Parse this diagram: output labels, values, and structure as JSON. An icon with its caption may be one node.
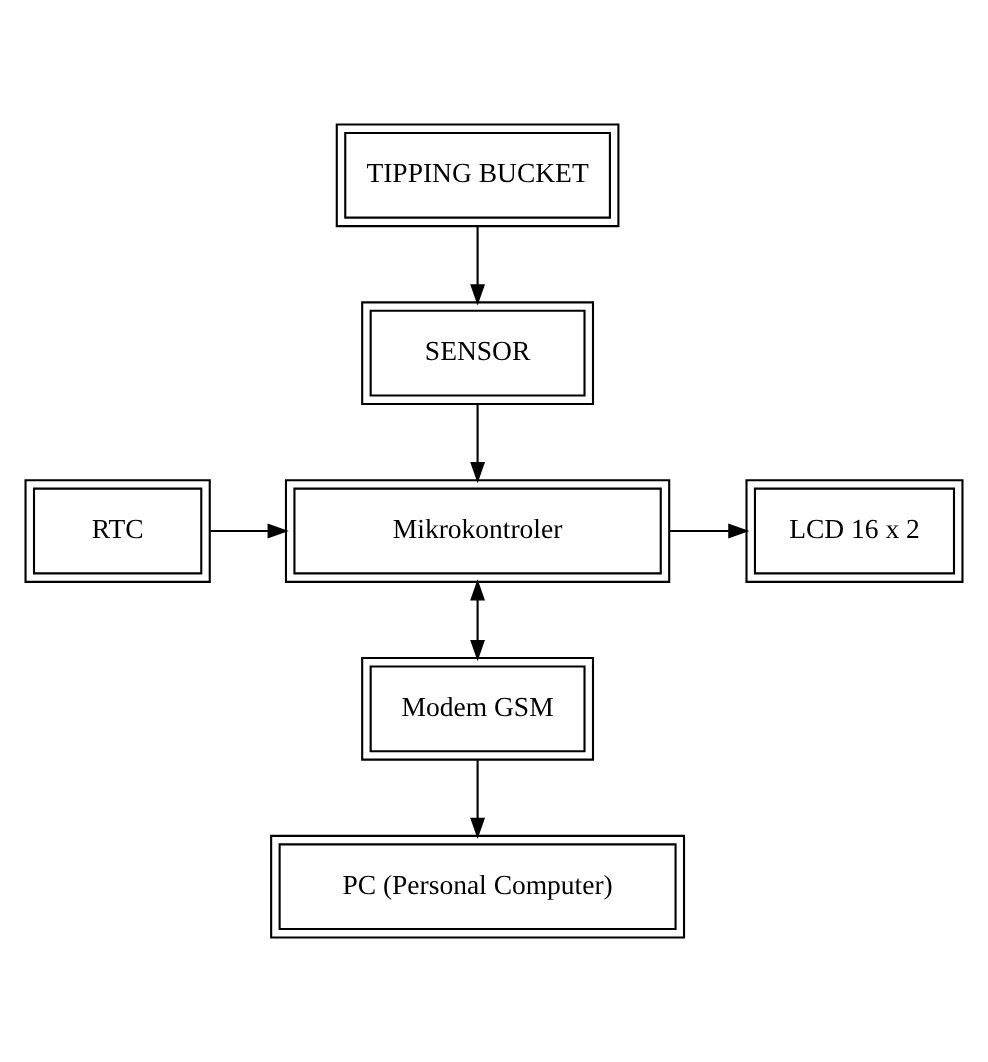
{
  "diagram": {
    "nodes": [
      {
        "text": [
          "TIPPING BUCKET"
        ]
      },
      {
        "text": [
          "SENSOR"
        ]
      },
      {
        "text": [
          "RTC"
        ]
      },
      {
        "text": [
          "Mikrokontroler"
        ]
      },
      {
        "text": [
          "LCD 16 x 2"
        ]
      },
      {
        "text": [
          "Modem GSM"
        ]
      },
      {
        "text": [
          "PC (Personal Computer)"
        ]
      }
    ],
    "edges": [
      {
        "from": 0,
        "to": 1,
        "arrow": "to"
      },
      {
        "from": 1,
        "to": 3,
        "arrow": "to"
      },
      {
        "from": 2,
        "to": 3,
        "arrow": "to"
      },
      {
        "from": 3,
        "to": 4,
        "arrow": "to"
      },
      {
        "from": 3,
        "to": 5,
        "arrow": "both"
      },
      {
        "from": 5,
        "to": 6,
        "arrow": "to"
      }
    ]
  }
}
